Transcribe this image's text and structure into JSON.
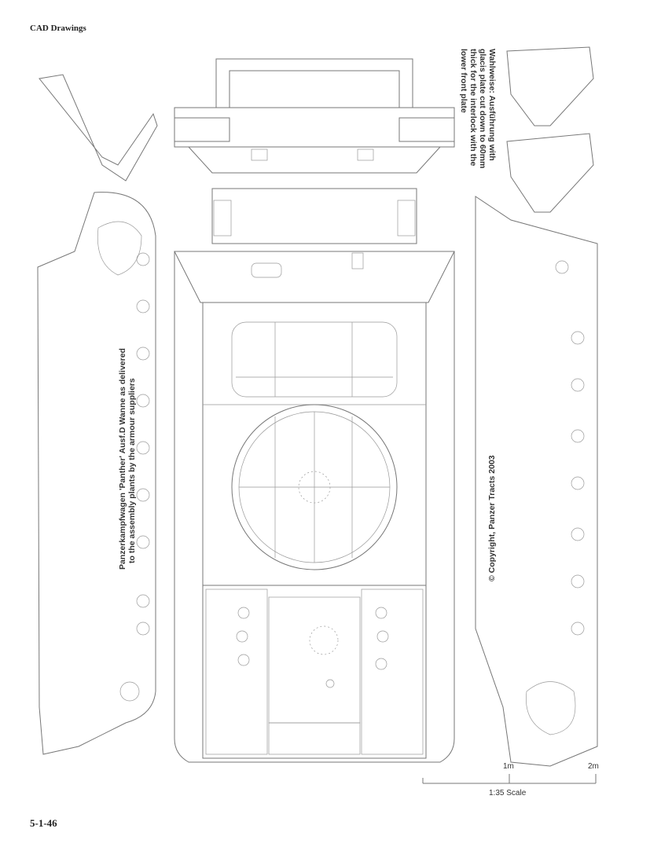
{
  "header": {
    "title": "CAD Drawings"
  },
  "footer": {
    "page_number": "5-1-46"
  },
  "notes": {
    "main_caption_line1": "Panzerkampfwagen 'Panther' Ausf.D Wanne as delivered",
    "main_caption_line2": "to the assembly plants by the armour suppliers",
    "option_line1": "Wahlweise: Ausführung with",
    "option_line2": "glacis plate cut down to 60mm",
    "option_line3": "thick for the interlock with the",
    "option_line4": "lower front plate",
    "copyright": "© Copyright, Panzer Tracts 2003"
  },
  "scale": {
    "label_1m": "1m",
    "label_2m": "2m",
    "caption": "1:35 Scale"
  }
}
